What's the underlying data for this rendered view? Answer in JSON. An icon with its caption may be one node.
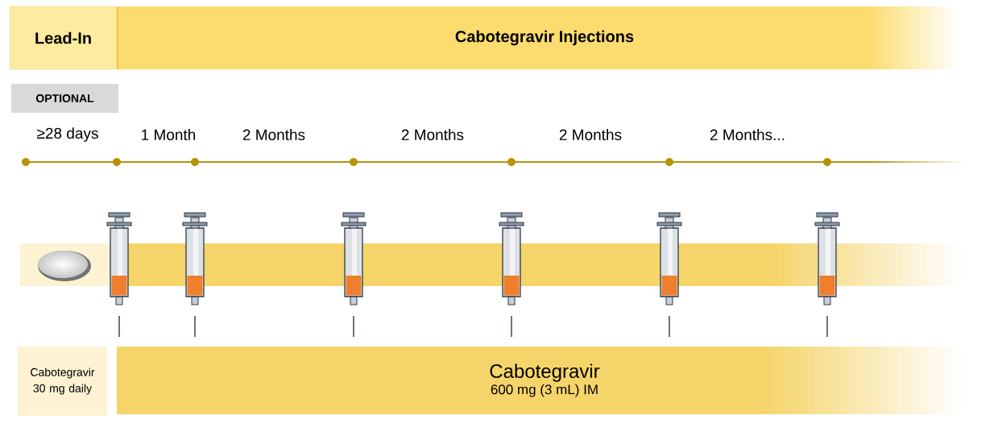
{
  "diagram": {
    "nodes": [
      {
        "text": [
          "Lead-In"
        ]
      },
      {
        "text": [
          "Cabotegravir Injections"
        ]
      },
      {
        "text": [
          "OPTIONAL"
        ]
      },
      {
        "text": [
          "Cabotegravir 30 mg daily"
        ]
      },
      {
        "text": [
          "Cabotegravir",
          "600 mg (3 mL) IM"
        ]
      }
    ],
    "labels": [
      "≥28 days",
      "1 Month",
      "2 Months",
      "2 Months",
      "2 Months",
      "2 Months..."
    ]
  }
}
